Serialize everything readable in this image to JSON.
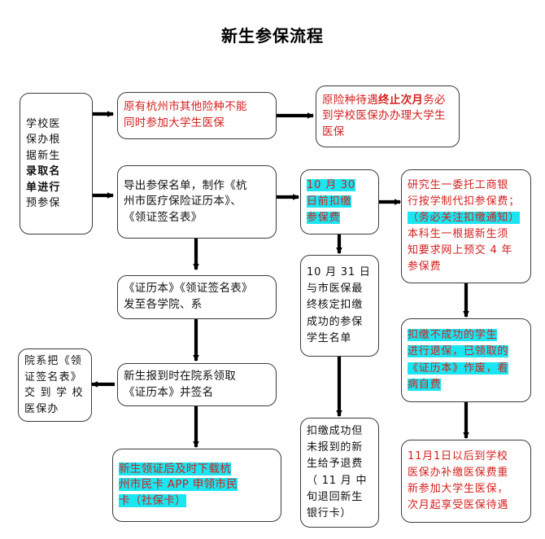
{
  "page": {
    "title": "新生参保流程",
    "bg_color": "#ffffff",
    "red": "#d42020",
    "highlight": "#19e6f0",
    "box_border": "#3a3a3a"
  },
  "nodes": {
    "n1": {
      "name": "school-insurance-office-preregister",
      "lines": [
        {
          "text": "学校医",
          "style": "black"
        },
        {
          "text": "保办根",
          "style": "black"
        },
        {
          "text": "据新生",
          "style": "black"
        },
        {
          "text": "录取名",
          "style": "black-bold"
        },
        {
          "text": "单进行",
          "style": "black-bold-partial"
        },
        {
          "text": "预参保",
          "style": "black"
        }
      ],
      "plain": "学校医保办根据新生录取名单进行预参保"
    },
    "n2": {
      "name": "other-insurance-conflict-note",
      "lines": [
        {
          "text": "原有杭州市其他险种不能",
          "style": "red"
        },
        {
          "text": "同时参加大学生医保",
          "style": "red"
        }
      ],
      "plain": "原有杭州市其他险种不能同时参加大学生医保"
    },
    "n3": {
      "name": "previous-insurance-termination-note",
      "segments": [
        {
          "text": "原险种待遇",
          "style": "red"
        },
        {
          "text": "终止次月",
          "style": "red-bold"
        },
        {
          "text": "务必到学校医保办办理大学生医保",
          "style": "red"
        }
      ],
      "plain": "原险种待遇终止次月务必到学校医保办办理大学生医保"
    },
    "n4": {
      "name": "export-roster-make-booklets",
      "lines": [
        {
          "text": "导出参保名单，制作《杭",
          "style": "black"
        },
        {
          "text": "州市医疗保险证历本》、",
          "style": "black"
        },
        {
          "text": "《领证签名表》",
          "style": "black"
        }
      ],
      "plain": "导出参保名单，制作《杭州市医疗保险证历本》、《领证签名表》"
    },
    "n5": {
      "name": "deduct-premium-by-oct-30",
      "lines": [
        {
          "text": "10 月 30",
          "style": "red-hl"
        },
        {
          "text": "日前扣缴",
          "style": "red-hl"
        },
        {
          "text": "参保费",
          "style": "red-hl"
        }
      ],
      "plain": "10月30日前扣缴参保费"
    },
    "n6": {
      "name": "payment-methods-note",
      "lines": [
        {
          "text": "研究生一委托工商银",
          "style": "red"
        },
        {
          "text": "行按学制代扣参保费；",
          "style": "red"
        },
        {
          "text": "（务必关注扣缴通知）",
          "style": "red-hl"
        },
        {
          "text": "本科生一根据新生须",
          "style": "red"
        },
        {
          "text": "知要求网上预交 4 年",
          "style": "red"
        },
        {
          "text": "参保费",
          "style": "red"
        }
      ],
      "plain": "研究生一委托工商银行按学制代扣参保费；（务必关注扣缴通知）本科生一根据新生须知要求网上预交4年参保费"
    },
    "n7": {
      "name": "booklets-sent-to-colleges",
      "lines": [
        {
          "text": "《证历本》《领证签名表》",
          "style": "black"
        },
        {
          "text": "发至各学院、系",
          "style": "black"
        }
      ],
      "plain": "《证历本》《领证签名表》发至各学院、系"
    },
    "n8": {
      "name": "final-confirmed-roster-oct-31",
      "lines": [
        {
          "text": "10 月 31 日",
          "style": "black"
        },
        {
          "text": "与市医保最",
          "style": "black"
        },
        {
          "text": "终核定扣缴",
          "style": "black"
        },
        {
          "text": "成功的参保",
          "style": "black"
        },
        {
          "text": "学生名单",
          "style": "black"
        }
      ],
      "plain": "10月31日与市医保最终核定扣缴成功的参保学生名单"
    },
    "n9": {
      "name": "failed-deduction-withdrawal-note",
      "lines": [
        {
          "text": "扣缴不成功的学生",
          "style": "red-hl"
        },
        {
          "text": "进行退保，已领取的",
          "style": "red-hl"
        },
        {
          "text": "《证历本》作废，看",
          "style": "red-hl"
        },
        {
          "text": "病自费",
          "style": "red-hl"
        }
      ],
      "plain": "扣缴不成功的学生进行退保，已领取的《证历本》作废，看病自费"
    },
    "n10": {
      "name": "college-submits-signature-form",
      "lines": [
        {
          "text": "院系把《领",
          "style": "black"
        },
        {
          "text": "证签名表》",
          "style": "black"
        },
        {
          "text": "交 到 学 校",
          "style": "black"
        },
        {
          "text": "医保办",
          "style": "black"
        }
      ],
      "plain": "院系把《领证签名表》交到学校医保办"
    },
    "n11": {
      "name": "freshmen-collect-booklet-and-sign",
      "lines": [
        {
          "text": "新生报到时在院系领取",
          "style": "black"
        },
        {
          "text": "《证历本》并签名",
          "style": "black"
        }
      ],
      "plain": "新生报到时在院系领取《证历本》并签名"
    },
    "n12": {
      "name": "refund-for-unregistered-freshmen",
      "lines": [
        {
          "text": "扣缴成功但",
          "style": "black"
        },
        {
          "text": "未报到的新",
          "style": "black"
        },
        {
          "text": "生给予退费",
          "style": "black"
        },
        {
          "text": "（ 11 月 中",
          "style": "black"
        },
        {
          "text": "旬退回新生",
          "style": "black"
        },
        {
          "text": "银行卡）",
          "style": "black"
        }
      ],
      "plain": "扣缴成功但未报到的新生给予退费（11月中旬退回新生银行卡）"
    },
    "n13": {
      "name": "late-payment-after-nov-1",
      "lines": [
        {
          "text": "11月1日以后到学校",
          "style": "red"
        },
        {
          "text": "医保办补缴医保费重",
          "style": "red"
        },
        {
          "text": "新参加大学生医保，",
          "style": "red"
        },
        {
          "text": "次月起享受医保待遇",
          "style": "red"
        }
      ],
      "plain": "11月1日以后到学校医保办补缴医保费重新参加大学生医保，次月起享受医保待遇"
    },
    "n14": {
      "name": "download-citizen-card-app",
      "lines": [
        {
          "text": "新生领证后及时下载杭",
          "style": "red-hl"
        },
        {
          "text": "州市民卡 APP 申领市民",
          "style": "red-hl"
        },
        {
          "text": "卡（社保卡）",
          "style": "red-hl"
        }
      ],
      "plain": "新生领证后及时下载杭州市民卡APP申领市民卡（社保卡）"
    }
  }
}
